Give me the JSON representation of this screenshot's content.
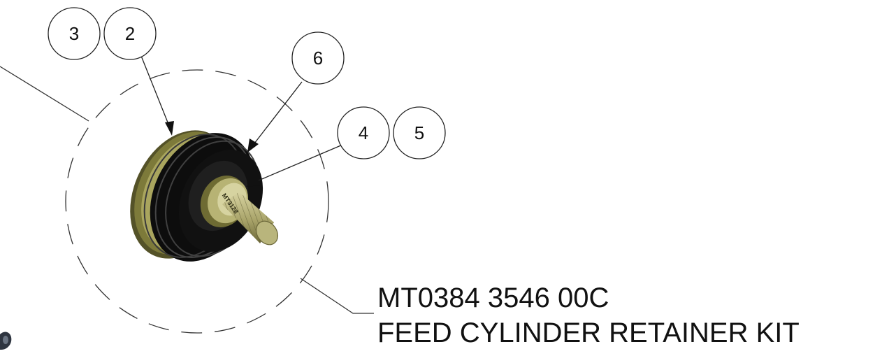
{
  "callouts": {
    "c3": "3",
    "c2": "2",
    "c6": "6",
    "c4": "4",
    "c5": "5"
  },
  "part_engraving": "MT3128",
  "title": {
    "part_number": "MT0384 3546 00C",
    "description": "FEED CYLINDER RETAINER KIT"
  }
}
